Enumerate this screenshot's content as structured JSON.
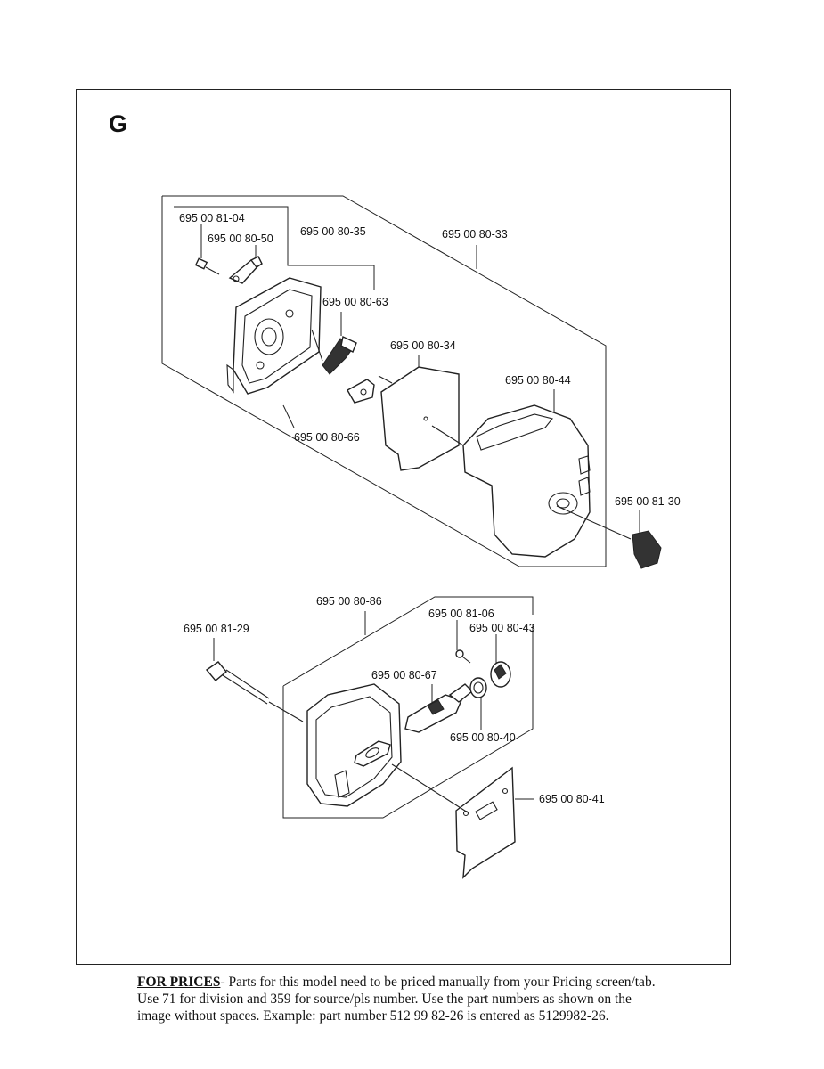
{
  "section_letter": "G",
  "parts": [
    {
      "id": "p1",
      "label": "695 00 81-04"
    },
    {
      "id": "p2",
      "label": "695 00 80-50"
    },
    {
      "id": "p3",
      "label": "695 00 80-35"
    },
    {
      "id": "p4",
      "label": "695 00 80-33"
    },
    {
      "id": "p5",
      "label": "695 00 80-63"
    },
    {
      "id": "p6",
      "label": "695 00 80-34"
    },
    {
      "id": "p7",
      "label": "695 00 80-44"
    },
    {
      "id": "p8",
      "label": "695 00 80-66"
    },
    {
      "id": "p9",
      "label": "695 00 81-30"
    },
    {
      "id": "p10",
      "label": "695 00 80-86"
    },
    {
      "id": "p11",
      "label": "695 00 81-06"
    },
    {
      "id": "p12",
      "label": "695 00 81-29"
    },
    {
      "id": "p13",
      "label": "695 00 80-43"
    },
    {
      "id": "p14",
      "label": "695 00 80-67"
    },
    {
      "id": "p15",
      "label": "695 00 80-40"
    },
    {
      "id": "p16",
      "label": "695 00 80-41"
    }
  ],
  "footer": {
    "heading": "FOR PRICES",
    "line1": "- Parts for this model need to be priced manually from your Pricing screen/tab.",
    "line2": "Use 71 for division and 359 for source/pls number.  Use the part numbers as shown on the",
    "line3": "image without spaces.  Example: part number 512 99 82-26 is entered as 5129982-26."
  }
}
